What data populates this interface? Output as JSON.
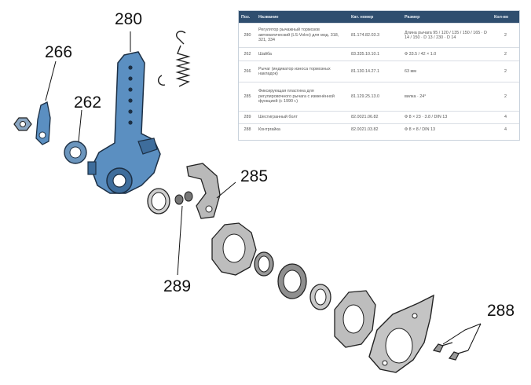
{
  "callouts": {
    "c280": "280",
    "c266": "266",
    "c262": "262",
    "c285": "285",
    "c289": "289",
    "c288": "288"
  },
  "table": {
    "headers": [
      "Поз.",
      "Название",
      "Кат. номер",
      "Размер",
      "Кол-во"
    ],
    "rows": [
      [
        "280",
        "Регулятор рычажный тормозов автоматический (LS-Volvo) для мод. 318, 321, 334",
        "81.174.82.03.3",
        "Длина рычага 95 / 120 / 135 / 150 / 165 · D 14 / 150 · D 13 / 230 · D 14",
        "2"
      ],
      [
        "262",
        "Шайба",
        "83.335.10.10.1",
        "Ф 33.5 / 42 × 1.0",
        "2"
      ],
      [
        "266",
        "Рычаг (индикатор износа тормозных накладок)",
        "81.130.14.27.1",
        "63 мм",
        "2"
      ],
      [
        "285",
        "Фиксирующая пластина для регулировочного рычага с изменённой функцией (с 1990 г.)",
        "81.129.25.13.0",
        "вилка · 24°",
        "2"
      ],
      [
        "289",
        "Шестигранный болт",
        "82.0021.06.82",
        "Ф 8 × 23 · 3.8 / DIN 13",
        "4"
      ],
      [
        "288",
        "Контргайка",
        "82.0021.03.82",
        "Ф 8 × 8 / DIN 13",
        "4"
      ]
    ]
  }
}
